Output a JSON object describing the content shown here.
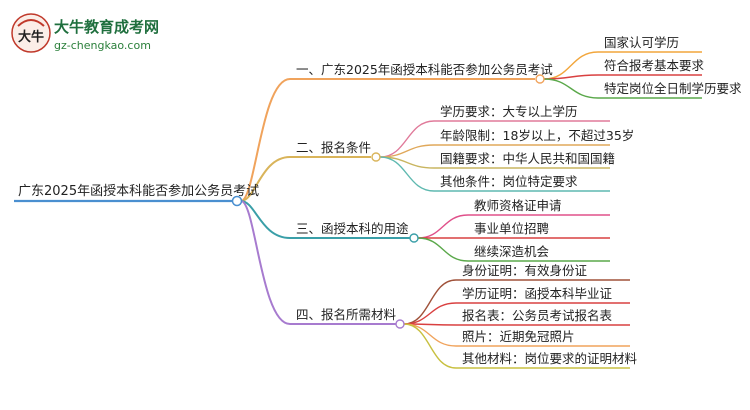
{
  "logo": {
    "title": "大牛教育成考网",
    "url": "gz-chengkao.com",
    "mark_text": "大牛"
  },
  "mindmap": {
    "root": "广东2025年函授本科能否参加公务员考试",
    "branches": [
      {
        "label": "一、广东2025年函授本科能否参加公务员考试",
        "color": "#f0a35c",
        "children": [
          {
            "label": "国家认可学历",
            "color": "#f2a63c"
          },
          {
            "label": "符合报考基本要求",
            "color": "#d94040"
          },
          {
            "label": "特定岗位全日制学历要求",
            "color": "#5aa84a"
          }
        ]
      },
      {
        "label": "二、报名条件",
        "color": "#d9b45a",
        "children": [
          {
            "label": "学历要求：大专以上学历",
            "color": "#e07a9a"
          },
          {
            "label": "年龄限制：18岁以上，不超过35岁",
            "color": "#e0a85a"
          },
          {
            "label": "国籍要求：中华人民共和国国籍",
            "color": "#c9b560"
          },
          {
            "label": "其他条件：岗位特定要求",
            "color": "#5fb9b0"
          }
        ]
      },
      {
        "label": "三、函授本科的用途",
        "color": "#3a9fa8",
        "children": [
          {
            "label": "教师资格证申请",
            "color": "#e0508a"
          },
          {
            "label": "事业单位招聘",
            "color": "#d94040"
          },
          {
            "label": "继续深造机会",
            "color": "#5aa84a"
          }
        ]
      },
      {
        "label": "四、报名所需材料",
        "color": "#a77bcf",
        "children": [
          {
            "label": "身份证明：有效身份证",
            "color": "#a0523a"
          },
          {
            "label": "学历证明：函授本科毕业证",
            "color": "#d94040"
          },
          {
            "label": "报名表：公务员考试报名表",
            "color": "#d94040"
          },
          {
            "label": "照片：近期免冠照片",
            "color": "#f0a35c"
          },
          {
            "label": "其他材料：岗位要求的证明材料",
            "color": "#c8c040"
          }
        ]
      }
    ]
  }
}
